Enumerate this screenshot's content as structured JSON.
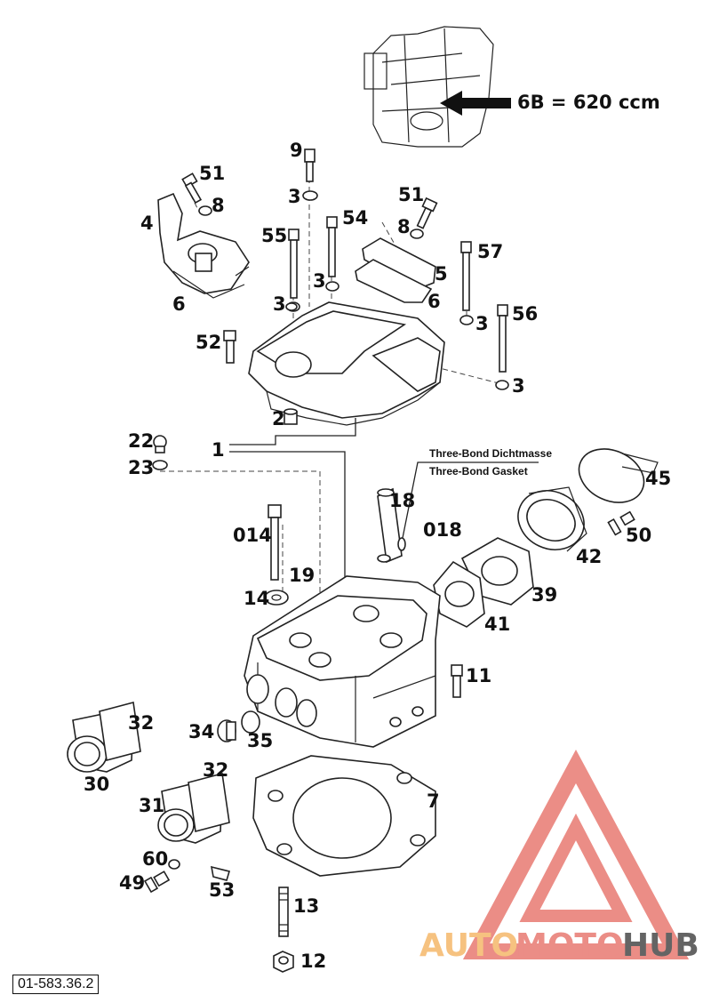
{
  "model_note": "6B = 620 ccm",
  "gasket_note": {
    "de": "Three-Bond Dichtmasse",
    "en": "Three-Bond Gasket"
  },
  "reference_code": "01-583.36.2",
  "watermark": {
    "text_auto": "AUTO",
    "text_moto": "MOTO",
    "text_hub": "HUB",
    "colors": {
      "triangle": "#e87a72",
      "auto": "#f5b86a",
      "moto": "#e87a72",
      "hub": "#4a4a4a"
    }
  },
  "labels": {
    "p9": "9",
    "p3a": "3",
    "p51a": "51",
    "p8a": "8",
    "p4": "4",
    "p6a": "6",
    "p51b": "51",
    "p8b": "8",
    "p54": "54",
    "p55": "55",
    "p5": "5",
    "p6b": "6",
    "p57": "57",
    "p3b": "3",
    "p3c": "3",
    "p3d": "3",
    "p56": "56",
    "p3e": "3",
    "p52": "52",
    "p2": "2",
    "p22": "22",
    "p23": "23",
    "p1": "1",
    "p18": "18",
    "p018": "018",
    "p45": "45",
    "p50": "50",
    "p42": "42",
    "p014": "014",
    "p19": "19",
    "p14": "14",
    "p39": "39",
    "p41": "41",
    "p11": "11",
    "p32a": "32",
    "p34": "34",
    "p35": "35",
    "p30": "30",
    "p32b": "32",
    "p31": "31",
    "p7": "7",
    "p60": "60",
    "p49": "49",
    "p53": "53",
    "p13": "13",
    "p12": "12"
  }
}
